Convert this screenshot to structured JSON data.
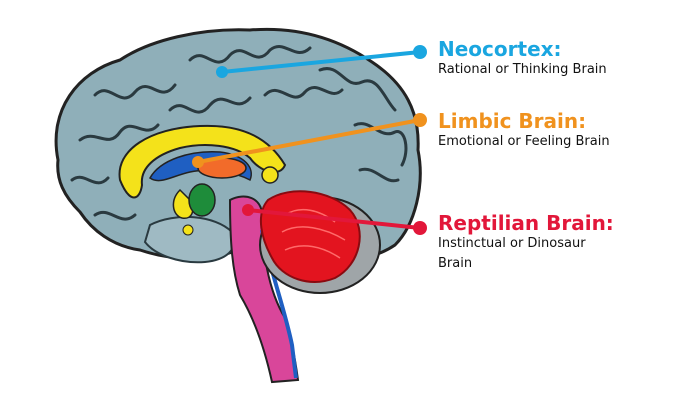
{
  "labels": {
    "neocortex": {
      "title": "Neocortex:",
      "subtitle": "Rational or Thinking Brain",
      "color": "#1aa6e0"
    },
    "limbic": {
      "title": "Limbic Brain:",
      "subtitle": "Emotional or Feeling Brain",
      "color": "#f0921e"
    },
    "reptilian": {
      "title": "Reptilian Brain:",
      "subtitle": "Instinctual or Dinosaur Brain",
      "color": "#e2173a"
    }
  },
  "colors": {
    "cortex": "#8fafb9",
    "cortex_outline": "#222222",
    "limbic_yellow": "#f4e21a",
    "limbic_blue": "#1f5fc2",
    "amygdala_green": "#1e8c3a",
    "brainstem_magenta": "#d9469a",
    "cerebellum_red": "#e3141f"
  }
}
